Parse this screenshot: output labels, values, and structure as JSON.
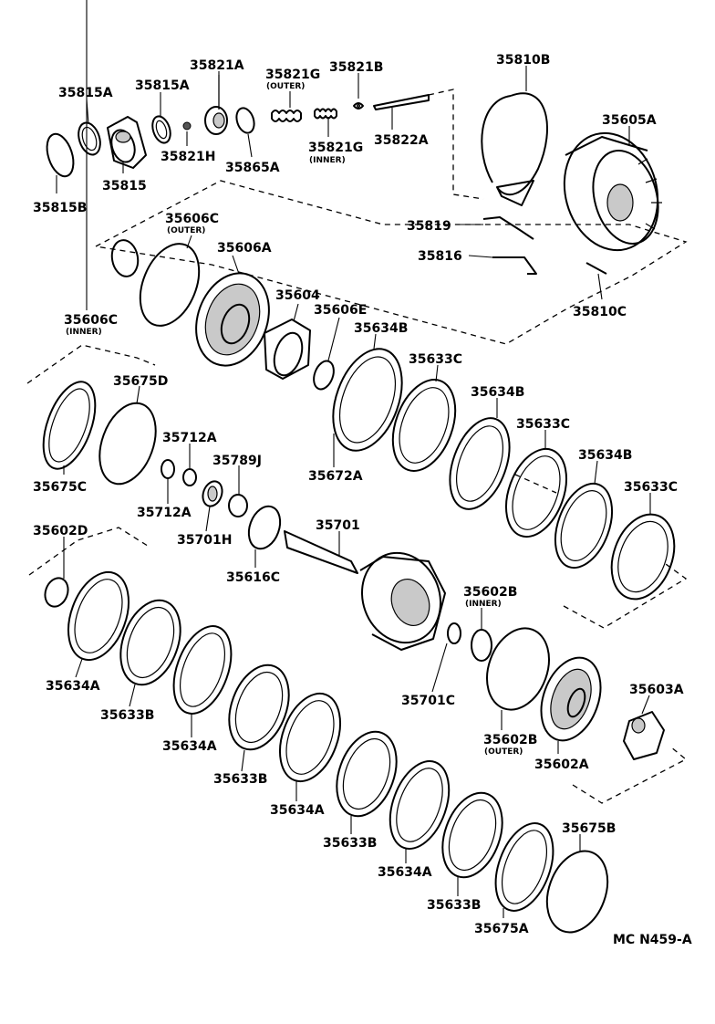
{
  "diagram_code": "MC N459-A",
  "parts": [
    {
      "key": "p35815B",
      "label": "35815B"
    },
    {
      "key": "p35815A_1",
      "label": "35815A"
    },
    {
      "key": "p35815A_2",
      "label": "35815A"
    },
    {
      "key": "p35815",
      "label": "35815"
    },
    {
      "key": "p35821A",
      "label": "35821A"
    },
    {
      "key": "p35821H",
      "label": "35821H"
    },
    {
      "key": "p35865A",
      "label": "35865A"
    },
    {
      "key": "p35821G_outer",
      "label": "35821G",
      "note": "(OUTER)"
    },
    {
      "key": "p35821G_inner",
      "label": "35821G",
      "note": "(INNER)"
    },
    {
      "key": "p35821B",
      "label": "35821B"
    },
    {
      "key": "p35822A",
      "label": "35822A"
    },
    {
      "key": "p35810B",
      "label": "35810B"
    },
    {
      "key": "p35605A",
      "label": "35605A"
    },
    {
      "key": "p35819",
      "label": "35819"
    },
    {
      "key": "p35816",
      "label": "35816"
    },
    {
      "key": "p35810C",
      "label": "35810C"
    },
    {
      "key": "p35606C_outer",
      "label": "35606C",
      "note": "(OUTER)"
    },
    {
      "key": "p35606C_inner",
      "label": "35606C",
      "note": "(INNER)"
    },
    {
      "key": "p35606A",
      "label": "35606A"
    },
    {
      "key": "p35604",
      "label": "35604"
    },
    {
      "key": "p35606E",
      "label": "35606E"
    },
    {
      "key": "p35634B_1",
      "label": "35634B"
    },
    {
      "key": "p35633C_1",
      "label": "35633C"
    },
    {
      "key": "p35634B_2",
      "label": "35634B"
    },
    {
      "key": "p35633C_2",
      "label": "35633C"
    },
    {
      "key": "p35634B_3",
      "label": "35634B"
    },
    {
      "key": "p35633C_3",
      "label": "35633C"
    },
    {
      "key": "p35672A",
      "label": "35672A"
    },
    {
      "key": "p35675D",
      "label": "35675D"
    },
    {
      "key": "p35675C",
      "label": "35675C"
    },
    {
      "key": "p35712A_1",
      "label": "35712A"
    },
    {
      "key": "p35712A_2",
      "label": "35712A"
    },
    {
      "key": "p35789J",
      "label": "35789J"
    },
    {
      "key": "p35701H",
      "label": "35701H"
    },
    {
      "key": "p35701",
      "label": "35701"
    },
    {
      "key": "p35616C",
      "label": "35616C"
    },
    {
      "key": "p35602D",
      "label": "35602D"
    },
    {
      "key": "p35602B_inner",
      "label": "35602B",
      "note": "(INNER)"
    },
    {
      "key": "p35602B_outer",
      "label": "35602B",
      "note": "(OUTER)"
    },
    {
      "key": "p35701C",
      "label": "35701C"
    },
    {
      "key": "p35603A",
      "label": "35603A"
    },
    {
      "key": "p35602A",
      "label": "35602A"
    },
    {
      "key": "p35634A_1",
      "label": "35634A"
    },
    {
      "key": "p35633B_1",
      "label": "35633B"
    },
    {
      "key": "p35634A_2",
      "label": "35634A"
    },
    {
      "key": "p35633B_2",
      "label": "35633B"
    },
    {
      "key": "p35634A_3",
      "label": "35634A"
    },
    {
      "key": "p35633B_3",
      "label": "35633B"
    },
    {
      "key": "p35634A_4",
      "label": "35634A"
    },
    {
      "key": "p35633B_4",
      "label": "35633B"
    },
    {
      "key": "p35675A",
      "label": "35675A"
    },
    {
      "key": "p35675B",
      "label": "35675B"
    }
  ]
}
